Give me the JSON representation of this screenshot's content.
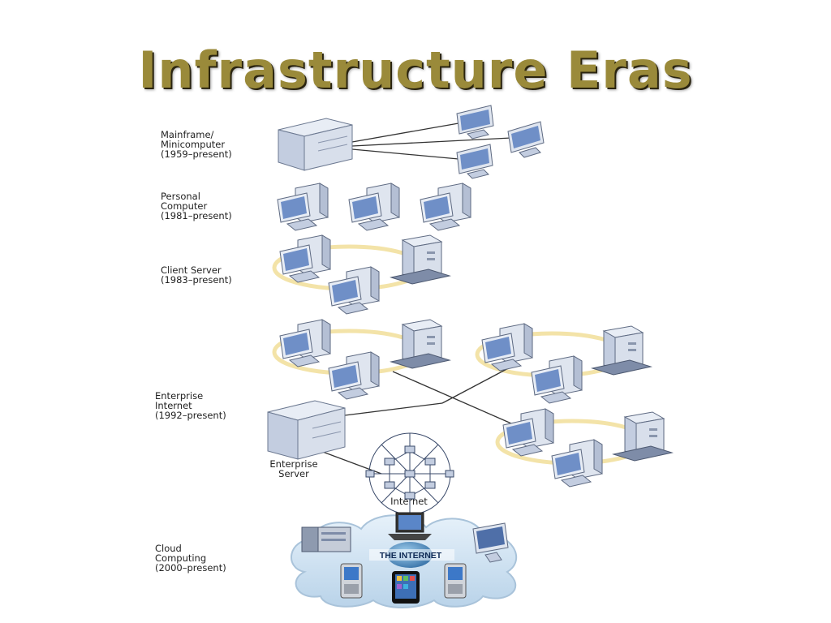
{
  "title": "Infrastructure Eras",
  "eras": [
    {
      "label": "Mainframe/\nMinicomputer\n(1959–present)"
    },
    {
      "label": "Personal\nComputer\n(1981–present)"
    },
    {
      "label": "Client Server\n(1983–present)"
    },
    {
      "label": "Enterprise\nInternet\n(1992–present)"
    },
    {
      "label": "Cloud\nComputing\n(2000–present)"
    }
  ],
  "labels": {
    "enterprise_server": "Enterprise\nServer",
    "internet": "Internet",
    "the_internet": "THE INTERNET"
  },
  "colors": {
    "title": "#9a8a3a",
    "device_light": "#e8edf5",
    "device_mid": "#c3cde0",
    "device_dark": "#7e8ca8",
    "screen": "#6f8fc7",
    "ring": "#f3e3a8",
    "cloud": "#cfe3f2",
    "line": "#333333"
  }
}
